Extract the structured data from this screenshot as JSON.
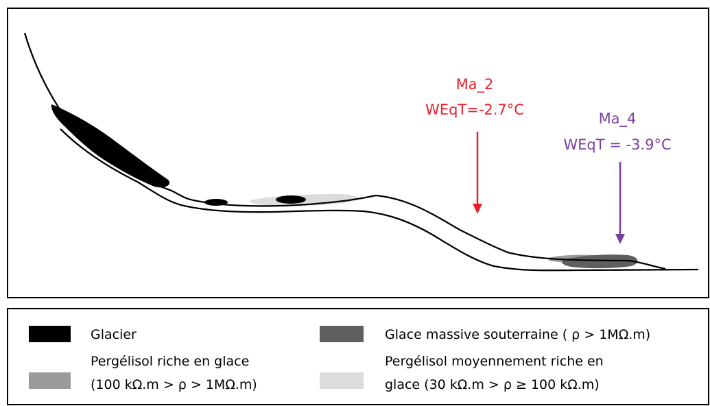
{
  "markers": [
    {
      "id": "Ma_2",
      "label": "Ma_2",
      "weqt": "WEqT=-2.7°C",
      "color": "#e8202a"
    },
    {
      "id": "Ma_4",
      "label": "Ma_4",
      "weqt": "WEqT = -3.9°C",
      "color": "#7a3fa0"
    }
  ],
  "legend": {
    "glacier": {
      "label": "Glacier",
      "color": "#000000"
    },
    "massive_ice": {
      "label": "Glace massive souterraine ( ρ > 1MΩ.m)",
      "color": "#5f5f5f"
    },
    "ice_rich": {
      "line1": "Pergélisol riche en glace",
      "line2": "(100 kΩ.m > ρ > 1MΩ.m)",
      "color": "#9a9a9a"
    },
    "moderate_ice": {
      "line1": "Pergélisol moyennement riche en",
      "line2": "glace (30 kΩ.m > ρ ≥ 100 kΩ.m)",
      "color": "#dcdcdc"
    }
  }
}
